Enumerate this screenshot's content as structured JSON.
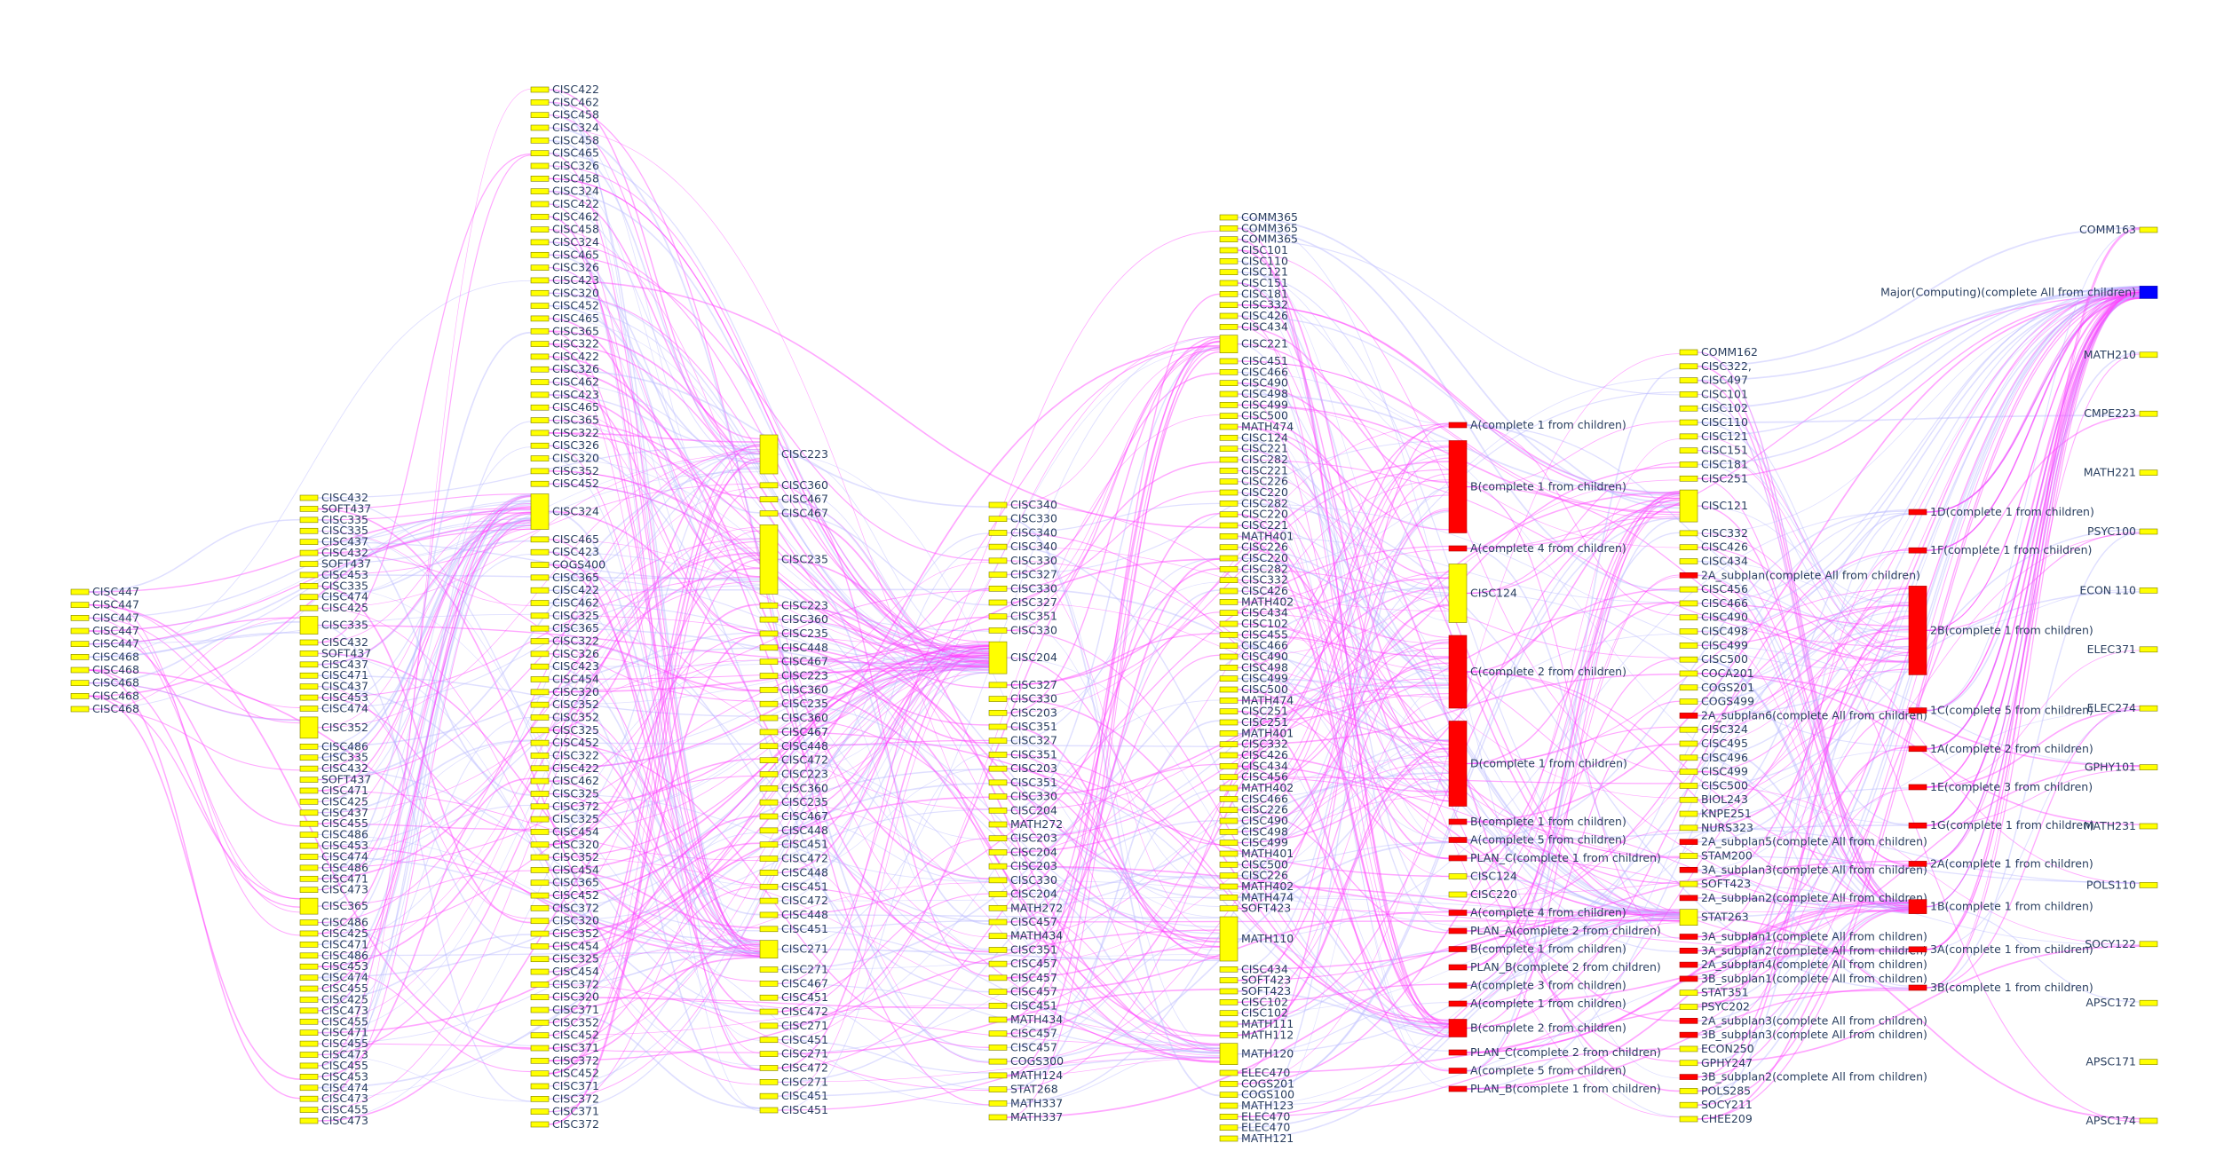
{
  "colors": {
    "course": "#ffff00",
    "group": "#ff0000",
    "root": "#0000ff",
    "course_outline": "#7f7f00",
    "link_pink": "#ff3bff",
    "link_blue": "#b8b8ff"
  },
  "columns": [
    {
      "labels": [
        "CISC447",
        "CISC447",
        "CISC447",
        "CISC447",
        "CISC447",
        "CISC468",
        "CISC468",
        "CISC468",
        "CISC468",
        "CISC468"
      ]
    },
    {
      "labels": [
        "CISC432",
        "SOFT437",
        "CISC335",
        "CISC335",
        "CISC437",
        "CISC432",
        "SOFT437",
        "CISC453",
        "CISC335",
        "CISC474",
        "CISC425",
        "CISC335",
        "CISC432",
        "SOFT437",
        "CISC437",
        "CISC471",
        "CISC437",
        "CISC453",
        "CISC474",
        "CISC352",
        "CISC486",
        "CISC335",
        "CISC432",
        "SOFT437",
        "CISC471",
        "CISC425",
        "CISC437",
        "CISC455",
        "CISC486",
        "CISC453",
        "CISC474",
        "CISC486",
        "CISC471",
        "CISC473",
        "CISC365",
        "CISC486",
        "CISC425",
        "CISC471",
        "CISC486",
        "CISC453",
        "CISC474",
        "CISC455",
        "CISC425",
        "CISC473",
        "CISC455",
        "CISC471",
        "CISC455",
        "CISC473",
        "CISC455",
        "CISC453",
        "CISC474",
        "CISC473",
        "CISC455",
        "CISC473"
      ]
    },
    {
      "labels": [
        "CISC422",
        "CISC462",
        "CISC458",
        "CISC324",
        "CISC458",
        "CISC465",
        "CISC326",
        "CISC458",
        "CISC324",
        "CISC422",
        "CISC462",
        "CISC458",
        "CISC324",
        "CISC465",
        "CISC326",
        "CISC423",
        "CISC320",
        "CISC452",
        "CISC465",
        "CISC365",
        "CISC322",
        "CISC422",
        "CISC326",
        "CISC462",
        "CISC423",
        "CISC465",
        "CISC365",
        "CISC322",
        "CISC326",
        "CISC320",
        "CISC352",
        "CISC452",
        "CISC324",
        "CISC465",
        "CISC423",
        "COGS400",
        "CISC365",
        "CISC422",
        "CISC462",
        "CISC325",
        "CISC365",
        "CISC322",
        "CISC326",
        "CISC423",
        "CISC454",
        "CISC320",
        "CISC352",
        "CISC352",
        "CISC325",
        "CISC452",
        "CISC322",
        "CISC422",
        "CISC462",
        "CISC325",
        "CISC372",
        "CISC325",
        "CISC454",
        "CISC320",
        "CISC352",
        "CISC454",
        "CISC365",
        "CISC452",
        "CISC372",
        "CISC320",
        "CISC352",
        "CISC454",
        "CISC325",
        "CISC454",
        "CISC372",
        "CISC320",
        "CISC371",
        "CISC352",
        "CISC452",
        "CISC371",
        "CISC372",
        "CISC452",
        "CISC371",
        "CISC372",
        "CISC371",
        "CISC372"
      ]
    },
    {
      "labels": [
        "CISC223",
        "CISC360",
        "CISC467",
        "CISC467",
        "CISC235",
        "CISC223",
        "CISC360",
        "CISC235",
        "CISC448",
        "CISC467",
        "CISC223",
        "CISC360",
        "CISC235",
        "CISC360",
        "CISC467",
        "CISC448",
        "CISC472",
        "CISC223",
        "CISC360",
        "CISC235",
        "CISC467",
        "CISC448",
        "CISC451",
        "CISC472",
        "CISC448",
        "CISC451",
        "CISC472",
        "CISC448",
        "CISC451",
        "CISC271",
        "CISC271",
        "CISC467",
        "CISC451",
        "CISC472",
        "CISC271",
        "CISC451",
        "CISC271",
        "CISC472",
        "CISC271",
        "CISC451",
        "CISC451"
      ]
    },
    {
      "labels": [
        "CISC340",
        "CISC330",
        "CISC340",
        "CISC340",
        "CISC330",
        "CISC327",
        "CISC330",
        "CISC327",
        "CISC351",
        "CISC330",
        "CISC204",
        "CISC327",
        "CISC330",
        "CISC203",
        "CISC351",
        "CISC327",
        "CISC351",
        "CISC203",
        "CISC351",
        "CISC330",
        "CISC204",
        "MATH272",
        "CISC203",
        "CISC204",
        "CISC203",
        "CISC330",
        "CISC204",
        "MATH272",
        "CISC457",
        "MATH434",
        "CISC351",
        "CISC457",
        "CISC457",
        "CISC457",
        "CISC451",
        "MATH434",
        "CISC457",
        "CISC457",
        "COGS300",
        "MATH124",
        "STAT268",
        "MATH337",
        "MATH337"
      ]
    },
    {
      "labels": [
        "COMM365",
        "COMM365",
        "COMM365",
        "CISC101",
        "CISC110",
        "CISC121",
        "CISC151",
        "CISC181",
        "CISC332",
        "CISC426",
        "CISC434",
        "CISC221",
        "CISC451",
        "CISC466",
        "CISC490",
        "CISC498",
        "CISC499",
        "CISC500",
        "MATH474",
        "CISC124",
        "CISC221",
        "CISC282",
        "CISC221",
        "CISC226",
        "CISC220",
        "CISC282",
        "CISC220",
        "CISC221",
        "MATH401",
        "CISC226",
        "CISC220",
        "CISC282",
        "CISC332",
        "CISC426",
        "MATH402",
        "CISC434",
        "CISC102",
        "CISC455",
        "CISC466",
        "CISC490",
        "CISC498",
        "CISC499",
        "CISC500",
        "MATH474",
        "CISC251",
        "CISC251",
        "MATH401",
        "CISC332",
        "CISC426",
        "CISC434",
        "CISC456",
        "MATH402",
        "CISC466",
        "CISC226",
        "CISC490",
        "CISC498",
        "CISC499",
        "MATH401",
        "CISC500",
        "CISC226",
        "MATH402",
        "MATH474",
        "SOFT423",
        "MATH110",
        "CISC434",
        "SOFT423",
        "SOFT423",
        "CISC102",
        "CISC102",
        "MATH111",
        "MATH112",
        "MATH120",
        "ELEC470",
        "COGS201",
        "COGS100",
        "MATH123",
        "ELEC470",
        "ELEC470",
        "MATH121"
      ]
    },
    {
      "labels": [
        "A(complete 1 from children)",
        "B(complete 1 from children)",
        "A(complete 4 from children)",
        "CISC124",
        "C(complete 2 from children)",
        "D(complete 1 from children)",
        "B(complete 1 from children)",
        "A(complete 5 from children)",
        "PLAN_C(complete 1 from children)",
        "CISC124",
        "CISC220",
        "A(complete 4 from children)",
        "PLAN_A(complete 2 from children)",
        "B(complete 1 from children)",
        "PLAN_B(complete 2 from children)",
        "A(complete 3 from children)",
        "A(complete 1 from children)",
        "B(complete 2 from children)",
        "PLAN_C(complete 2 from children)",
        "A(complete 5 from children)",
        "PLAN_B(complete 1 from children)"
      ]
    },
    {
      "labels": [
        "COMM162",
        "CISC322,",
        "CISC497",
        "CISC101",
        "CISC102",
        "CISC110",
        "CISC121",
        "CISC151",
        "CISC181",
        "CISC251",
        "CISC121",
        "CISC332",
        "CISC426",
        "CISC434",
        "2A_subplan(complete All from children)",
        "CISC456",
        "CISC466",
        "CISC490",
        "CISC498",
        "CISC499",
        "CISC500",
        "COCA201",
        "COGS201",
        "COGS499",
        "2A_subplan6(complete All from children)",
        "CISC324",
        "CISC495",
        "CISC496",
        "CISC499",
        "CISC500",
        "BIOL243",
        "KNPE251",
        "NURS323",
        "2A_subplan5(complete All from children)",
        "STAM200",
        "3A_subplan3(complete All from children)",
        "SOFT423",
        "2A_subplan2(complete All from children)",
        "STAT263",
        "3A_subplan1(complete All from children)",
        "3A_subplan2(complete All from children)",
        "2A_subplan4(complete All from children)",
        "3B_subplan1(complete All from children)",
        "STAT351",
        "PSYC202",
        "2A_subplan3(complete All from children)",
        "3B_subplan3(complete All from children)",
        "ECON250",
        "GPHY247",
        "3B_subplan2(complete All from children)",
        "POLS285",
        "SOCY211",
        "CHEE209"
      ]
    },
    {
      "labels": [
        "1D(complete 1 from children)",
        "1F(complete 1 from children)",
        "2B(complete 1 from children)",
        "1C(complete 5 from children)",
        "1A(complete 2 from children)",
        "1E(complete 3 from children)",
        "1G(complete 1 from children)",
        "2A(complete 1 from children)",
        "1B(complete 1 from children)",
        "3A(complete 1 from children)",
        "3B(complete 1 from children)"
      ]
    },
    {
      "labels": [
        "COMM163",
        "Major(Computing)(complete All from children)",
        "MATH210",
        "CMPE223",
        "MATH221",
        "PSYC100",
        "ECON 110",
        "ELEC371",
        "ELEC274",
        "GPHY101",
        "MATH231",
        "POLS110",
        "SOCY122",
        "APSC172",
        "APSC171",
        "APSC174"
      ]
    }
  ]
}
